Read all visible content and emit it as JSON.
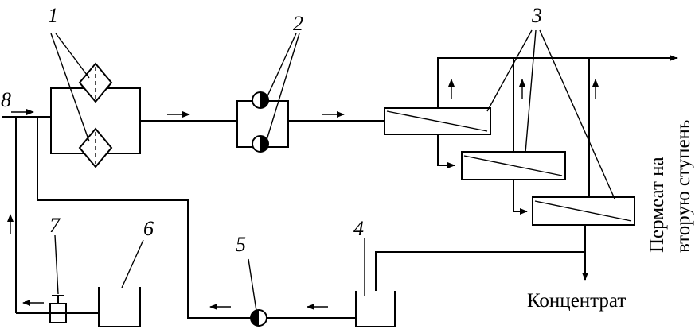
{
  "callouts": {
    "filters": "1",
    "pumps": "2",
    "membrane_modules": "3",
    "concentrate_tank": "4",
    "circulation_pump": "5",
    "reagent_tank": "6",
    "dosing_pump": "7",
    "feed_inlet": "8"
  },
  "outputs": {
    "permeate_line1": "Пермеат на",
    "permeate_line2": "вторую ступень",
    "concentrate": "Концентрат"
  },
  "colors": {
    "stroke": "#000000",
    "background": "#ffffff"
  }
}
